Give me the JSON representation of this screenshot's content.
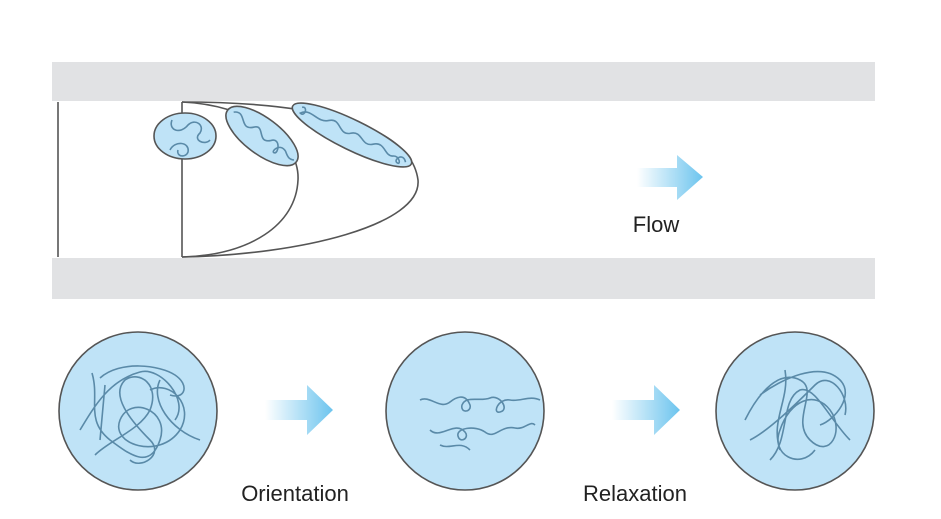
{
  "labels": {
    "flow": "Flow",
    "orientation": "Orientation",
    "relaxation": "Relaxation"
  },
  "colors": {
    "wall": "#e1e2e4",
    "fluid_fill": "#bfe3f7",
    "chain": "#5a8aa8",
    "outline": "#555555",
    "arrow": "#6cc4ee"
  }
}
